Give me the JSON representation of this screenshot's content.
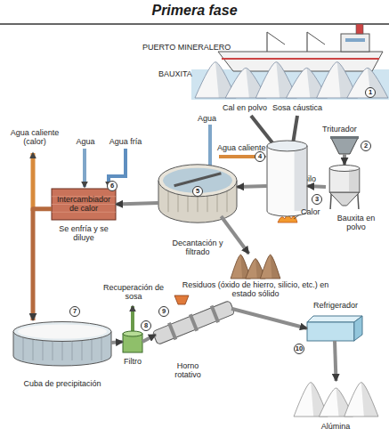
{
  "diagram": {
    "title": "Primera fase",
    "nodes": [
      {
        "text": [
          "BAUXITA",
          "1"
        ]
      },
      {
        "text": [
          "Triturador",
          "2"
        ]
      },
      {
        "text": [
          "Silo",
          "3"
        ]
      },
      {
        "text": [
          "4"
        ]
      },
      {
        "text": [
          "Decantación y filtrado",
          "5"
        ]
      },
      {
        "text": [
          "Intercambiador de calor",
          "Se enfría y se diluye",
          "6"
        ]
      },
      {
        "text": [
          "Cuba de precipitación",
          "7"
        ]
      },
      {
        "text": [
          "Filtro",
          "8"
        ]
      },
      {
        "text": [
          "Horno rotativo",
          "9"
        ]
      },
      {
        "text": [
          "Refrigerador",
          "10"
        ]
      },
      {
        "text": [
          "Alúmina"
        ]
      },
      {
        "text": [
          "Residuos (óxido de hierro, silicio, etc.) en estado sólido"
        ]
      }
    ],
    "edges": [
      {
        "from": 1,
        "to": 2,
        "arrow": "to"
      },
      {
        "from": 2,
        "to": 3,
        "arrow": "to"
      },
      {
        "from": 3,
        "to": 4,
        "arrow": "to"
      },
      {
        "from": 4,
        "to": 5,
        "arrow": "to"
      },
      {
        "from": 4,
        "to": 11,
        "arrow": "to"
      },
      {
        "from": 5,
        "to": 6,
        "arrow": "to"
      },
      {
        "from": 6,
        "to": 7,
        "arrow": "to"
      },
      {
        "from": 7,
        "to": 8,
        "arrow": "to"
      },
      {
        "from": 8,
        "to": 9,
        "arrow": "to"
      },
      {
        "from": 9,
        "to": 10,
        "arrow": "to"
      }
    ],
    "labels": [
      "PUERTO MINERALERO",
      "Cal en polvo",
      "Sosa cáustica",
      "Agua",
      "Agua caliente",
      "Calor",
      "Bauxita en polvo",
      "Agua caliente (calor)",
      "Agua",
      "Agua fría",
      "Recuperación de sosa"
    ]
  }
}
